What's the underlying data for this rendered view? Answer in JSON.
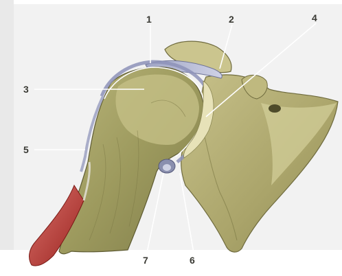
{
  "figure": {
    "labels": {
      "label_1": "1",
      "label_2": "2",
      "label_3": "3",
      "label_4": "4",
      "label_5": "5",
      "label_6": "6",
      "label_7": "7"
    }
  }
}
